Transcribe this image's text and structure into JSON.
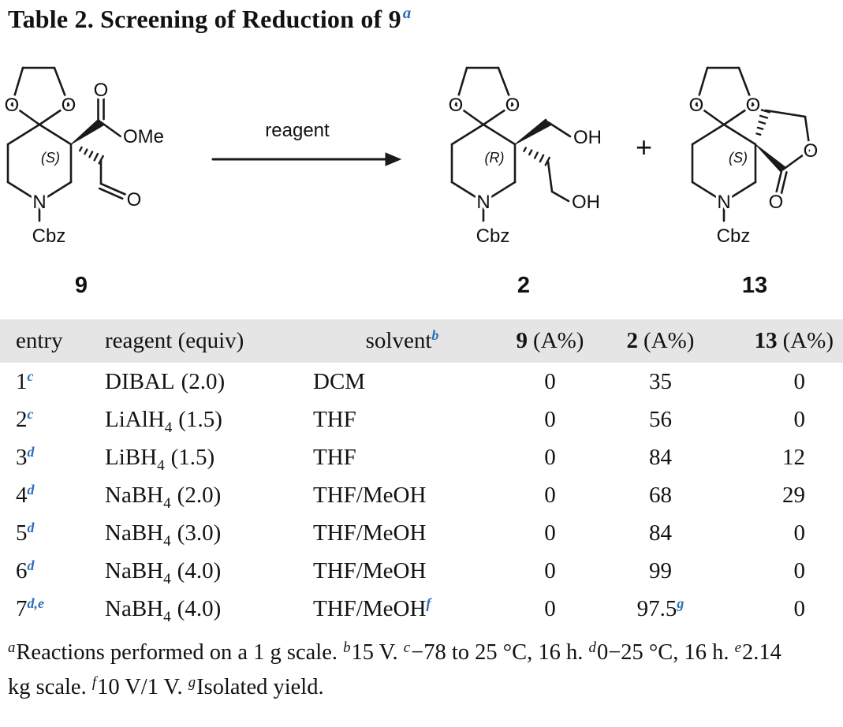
{
  "title": {
    "text": "Table 2. Screening of Reduction of 9",
    "sup": "a"
  },
  "scheme": {
    "reagent_label": "reagent",
    "plus": "+",
    "atom_o": "O",
    "atom_n": "N",
    "oh": "OH",
    "ome": "OMe",
    "cbz": "Cbz",
    "stereo_s": "(S)",
    "stereo_r": "(R)",
    "label_9": "9",
    "label_2": "2",
    "label_13": "13"
  },
  "table": {
    "header": {
      "entry": "entry",
      "reagent": "reagent (equiv)",
      "solvent": "solvent",
      "solvent_sup": "b",
      "col9_bold": "9",
      "col9_rest": "(A%)",
      "col2_bold": "2",
      "col2_rest": "(A%)",
      "col13_bold": "13",
      "col13_rest": "(A%)"
    },
    "rows": [
      {
        "entry": "1",
        "entry_sup": "c",
        "reagent": "DIBAL",
        "reagent_sub": "",
        "equiv": "(2.0)",
        "solvent": "DCM",
        "solvent_sup": "",
        "a9": "0",
        "a2": "35",
        "a2_sup": "",
        "a13": "0"
      },
      {
        "entry": "2",
        "entry_sup": "c",
        "reagent": "LiAlH",
        "reagent_sub": "4",
        "equiv": "(1.5)",
        "solvent": "THF",
        "solvent_sup": "",
        "a9": "0",
        "a2": "56",
        "a2_sup": "",
        "a13": "0"
      },
      {
        "entry": "3",
        "entry_sup": "d",
        "reagent": "LiBH",
        "reagent_sub": "4",
        "equiv": "(1.5)",
        "solvent": "THF",
        "solvent_sup": "",
        "a9": "0",
        "a2": "84",
        "a2_sup": "",
        "a13": "12"
      },
      {
        "entry": "4",
        "entry_sup": "d",
        "reagent": "NaBH",
        "reagent_sub": "4",
        "equiv": "(2.0)",
        "solvent": "THF/MeOH",
        "solvent_sup": "",
        "a9": "0",
        "a2": "68",
        "a2_sup": "",
        "a13": "29"
      },
      {
        "entry": "5",
        "entry_sup": "d",
        "reagent": "NaBH",
        "reagent_sub": "4",
        "equiv": "(3.0)",
        "solvent": "THF/MeOH",
        "solvent_sup": "",
        "a9": "0",
        "a2": "84",
        "a2_sup": "",
        "a13": "0"
      },
      {
        "entry": "6",
        "entry_sup": "d",
        "reagent": "NaBH",
        "reagent_sub": "4",
        "equiv": "(4.0)",
        "solvent": "THF/MeOH",
        "solvent_sup": "",
        "a9": "0",
        "a2": "99",
        "a2_sup": "",
        "a13": "0"
      },
      {
        "entry": "7",
        "entry_sup": "d,e",
        "reagent": "NaBH",
        "reagent_sub": "4",
        "equiv": "(4.0)",
        "solvent": "THF/MeOH",
        "solvent_sup": "f",
        "a9": "0",
        "a2": "97.5",
        "a2_sup": "g",
        "a13": "0"
      }
    ]
  },
  "footnotes": [
    {
      "sup": "a",
      "text": "Reactions performed on a 1 g scale. "
    },
    {
      "sup": "b",
      "text": "15 V. "
    },
    {
      "sup": "c",
      "text": "−78 to 25 °C, 16 h. "
    },
    {
      "sup": "d",
      "text": "0−25 °C, 16 h. "
    },
    {
      "sup": "e",
      "text": "2.14 kg scale. "
    },
    {
      "sup": "f",
      "text": "10 V/1 V. "
    },
    {
      "sup": "g",
      "text": "Isolated yield."
    }
  ],
  "colors": {
    "accent_blue": "#2e6db8",
    "header_bg": "#e5e5e5",
    "text": "#121212"
  }
}
